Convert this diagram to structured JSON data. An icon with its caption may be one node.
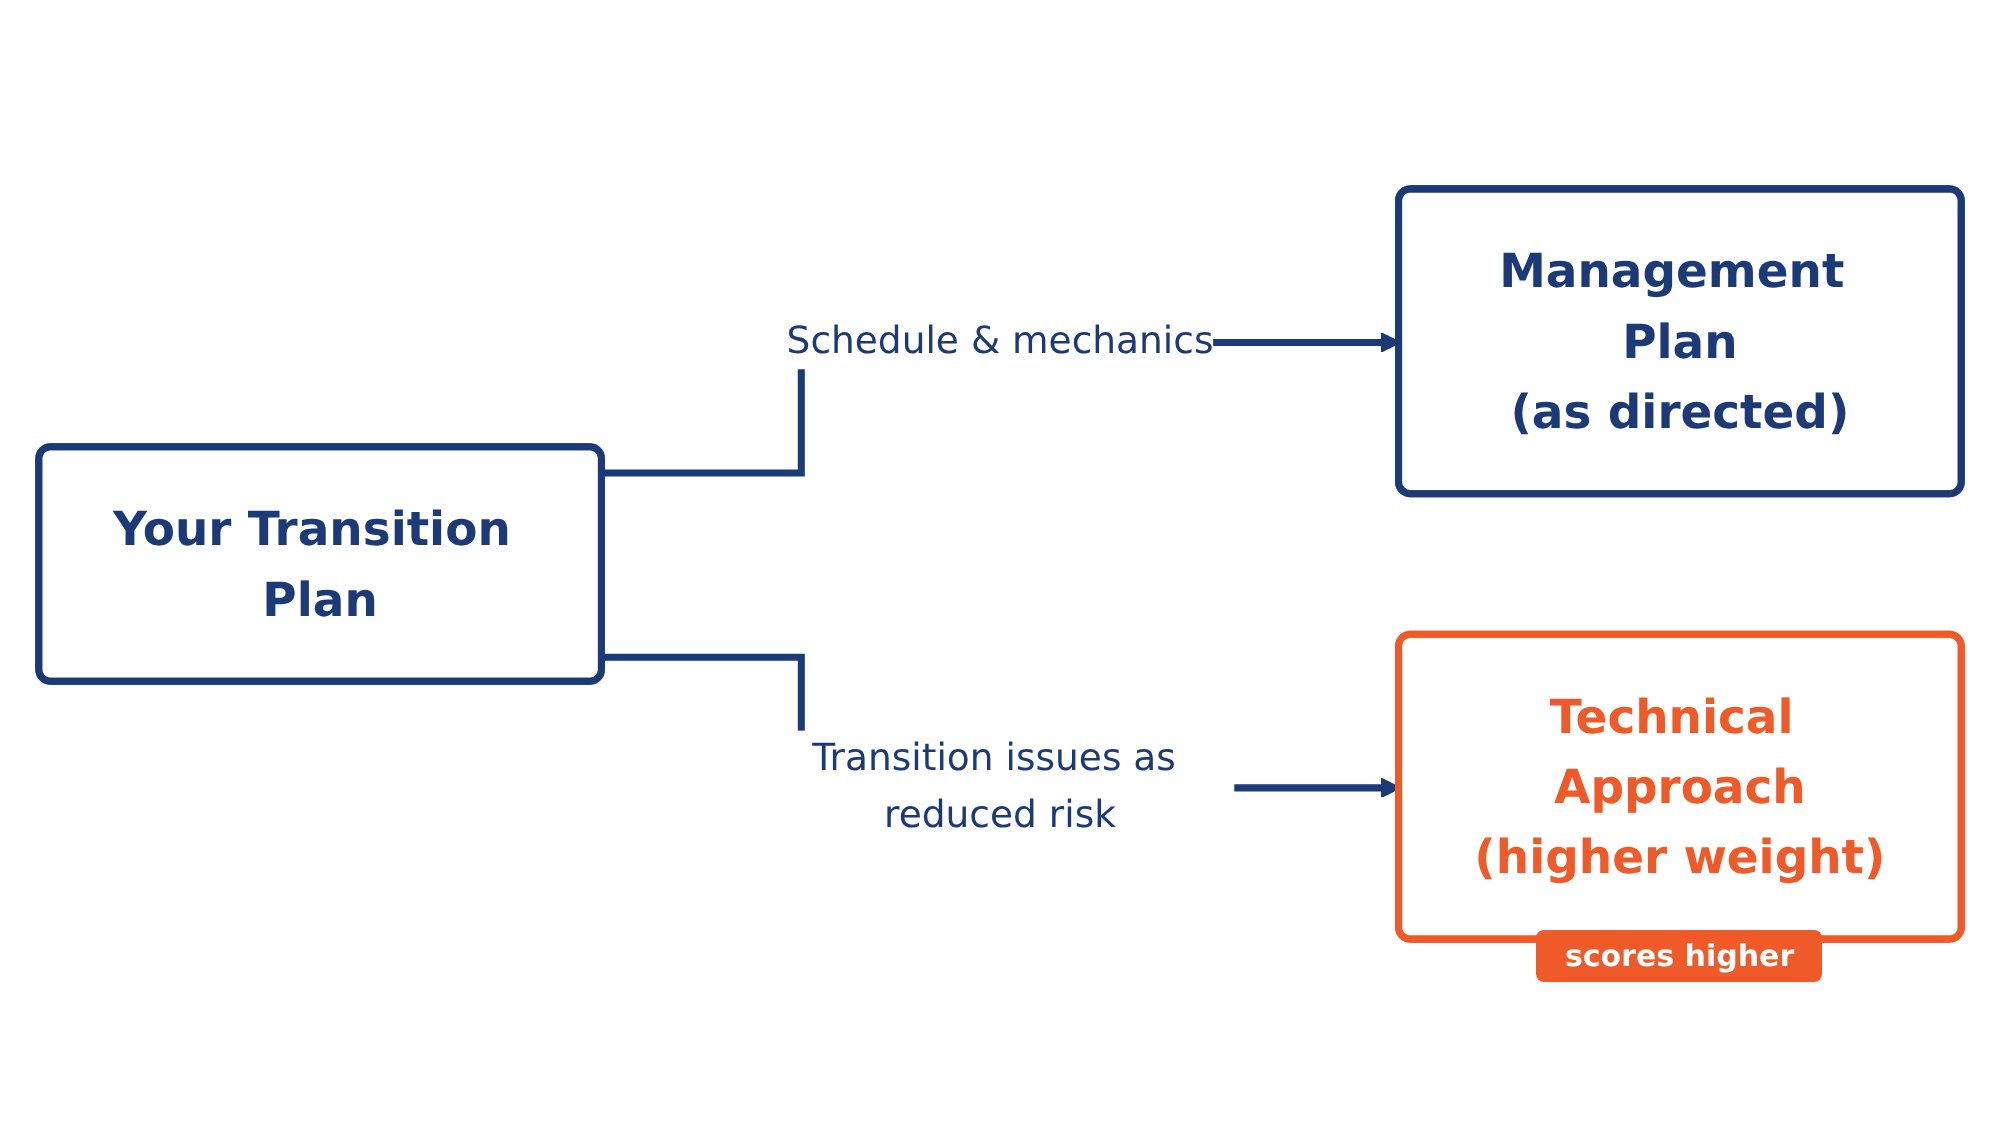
{
  "diagram": {
    "nodes": [
      {
        "text": [
          "Your Transition Plan"
        ]
      },
      {
        "text": [
          "Management Plan",
          "(as directed)"
        ]
      },
      {
        "text": [
          "Technical Approach",
          "(higher weight)"
        ],
        "beside": [
          "scores higher"
        ]
      }
    ],
    "edges": [
      {
        "from": 0,
        "to": 1,
        "arrow": "to",
        "label": "Schedule & mechanics"
      },
      {
        "from": 0,
        "to": 2,
        "arrow": "to",
        "label": "Transition issues as reduced risk"
      }
    ]
  }
}
